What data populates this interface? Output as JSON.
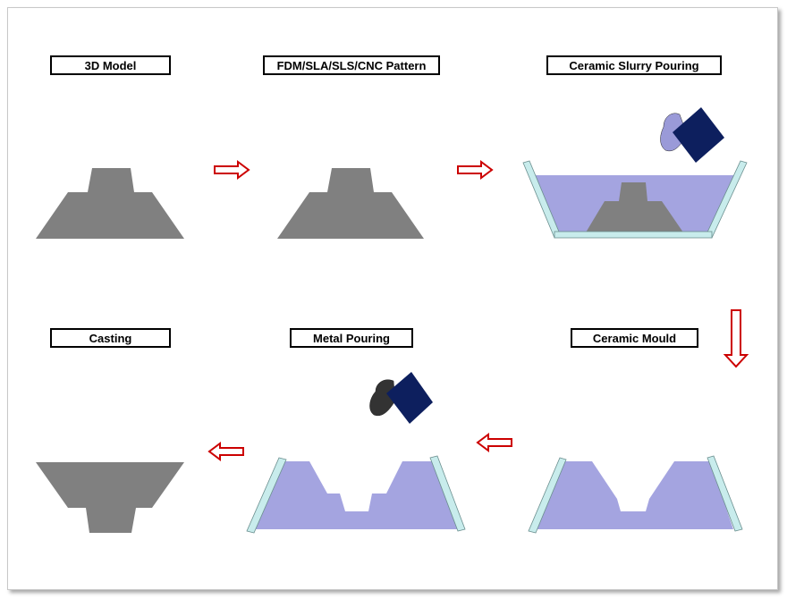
{
  "labels": {
    "model": "3D Model",
    "pattern": "FDM/SLA/SLS/CNC Pattern",
    "slurry": "Ceramic Slurry Pouring",
    "casting": "Casting",
    "metal": "Metal Pouring",
    "mould": "Ceramic Mould"
  },
  "colors": {
    "part": "#808080",
    "slurry": "#a4a4e0",
    "container_wall": "#c8ecec",
    "pour_box": "#0d1f5e",
    "slurry_blob": "#9a9ad8",
    "metal_blob": "#333333",
    "arrow_stroke": "#cc0000"
  },
  "icons": [
    "right-arrow-icon",
    "down-arrow-icon",
    "left-arrow-icon"
  ]
}
